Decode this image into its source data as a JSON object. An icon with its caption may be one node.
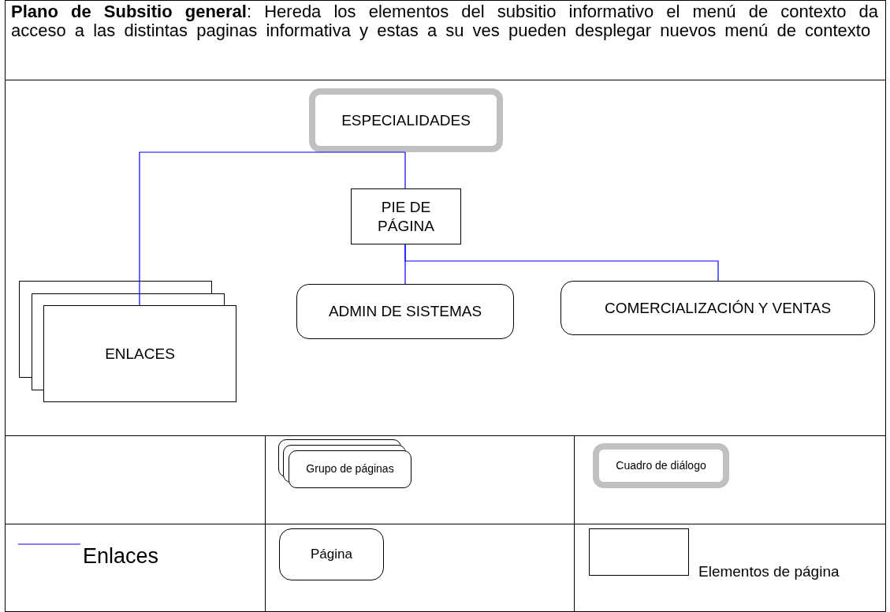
{
  "diagram": {
    "title": "**Plano de Subsitio general**: Hereda los elementos del subsitio informativo el menú de contexto da acceso a las distintas paginas informativa y estas a su ves pueden desplegar nuevos menú de contexto",
    "nodes": [
      {
        "text": [
          "ESPECIALIDADES"
        ]
      },
      {
        "text": [
          "PIE DE PÁGINA"
        ]
      },
      {
        "text": [
          "ENLACES"
        ]
      },
      {
        "text": [
          "ADMIN DE SISTEMAS"
        ]
      },
      {
        "text": [
          "COMERCIALIZACIÓN Y VENTAS"
        ]
      },
      {
        "text": [
          "Grupo de páginas"
        ]
      },
      {
        "text": [
          "Cuadro de diálogo"
        ]
      },
      {
        "text": [
          "Página"
        ]
      },
      {
        "text": [],
        "shape": "box",
        "beside": [
          "Elementos de página"
        ]
      }
    ],
    "edges": [
      {
        "from": 0,
        "to": 1,
        "arrow": "none"
      },
      {
        "from": 0,
        "to": 2,
        "arrow": "none"
      },
      {
        "from": 1,
        "to": 3,
        "arrow": "none"
      },
      {
        "from": 1,
        "to": 4,
        "arrow": "none"
      }
    ],
    "legend": [
      {
        "text": "Enlaces"
      }
    ]
  }
}
